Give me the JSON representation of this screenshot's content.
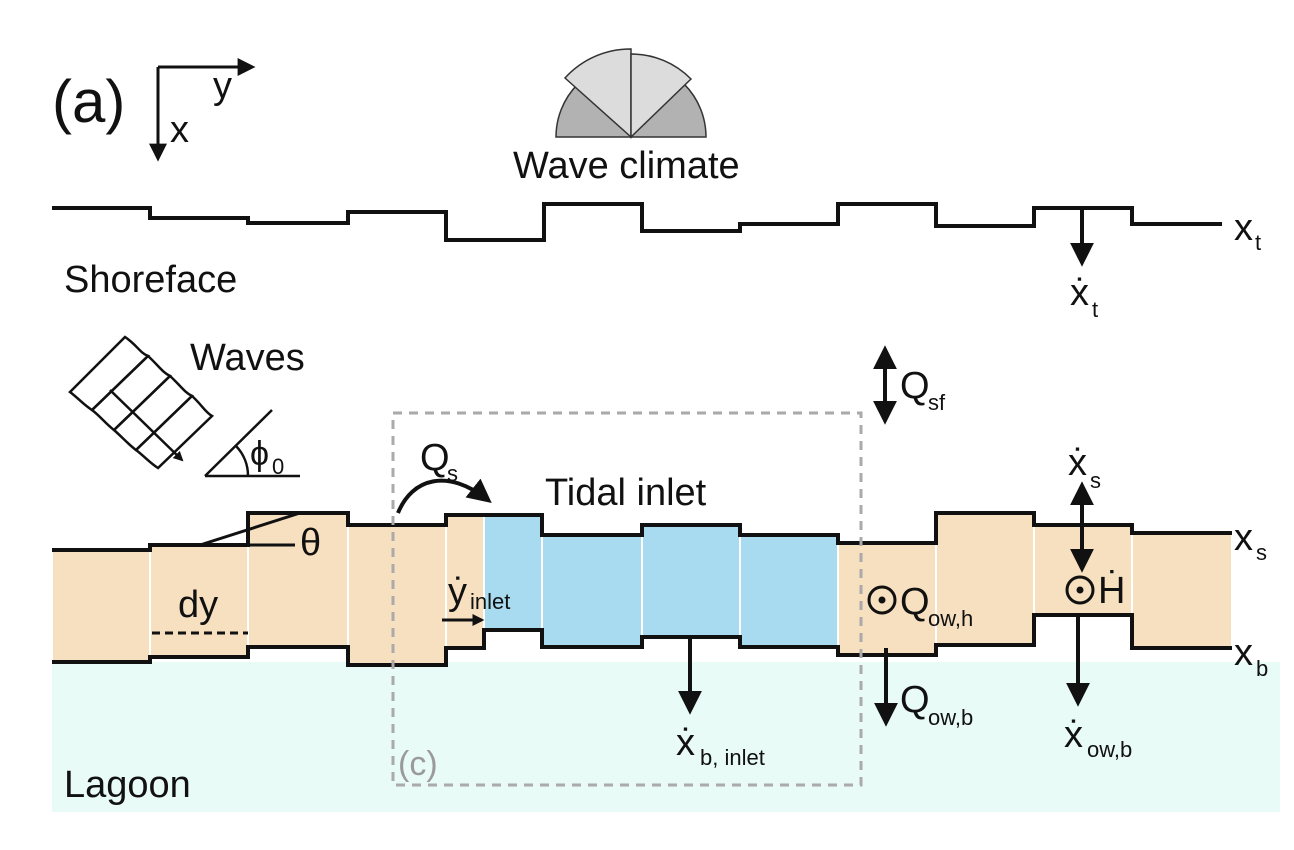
{
  "panel_label": "(a)",
  "axes": {
    "x_label": "x",
    "y_label": "y"
  },
  "wave_climate": {
    "label": "Wave climate"
  },
  "shoreface": {
    "label": "Shoreface",
    "line_label": "x",
    "line_label_sub": "t",
    "rate_label": "ẋ",
    "rate_label_sub": "t"
  },
  "waves": {
    "label": "Waves",
    "angle_label": "ϕ",
    "angle_label_sub": "0"
  },
  "flux_sf": {
    "label": "Q",
    "sub": "sf"
  },
  "barrier": {
    "theta_label": "θ",
    "dy_label": "dy",
    "qs_label": "Q",
    "qs_sub": "s",
    "tidal_inlet_label": "Tidal inlet",
    "inlet_rate_label": "ẏ",
    "inlet_rate_sub": "inlet",
    "xs_label": "x",
    "xs_sub": "s",
    "xb_label": "x",
    "xb_sub": "b",
    "xs_rate_label": "ẋ",
    "xs_rate_sub": "s",
    "h_rate_label": "Ḣ",
    "q_owh_label": "Q",
    "q_owh_sub": "ow,h",
    "q_owb_label": "Q",
    "q_owb_sub": "ow,b",
    "x_owb_label": "ẋ",
    "x_owb_sub": "ow,b",
    "xb_inlet_label": "ẋ",
    "xb_inlet_sub": "b, inlet"
  },
  "inset_label": "(c)",
  "lagoon": {
    "label": "Lagoon"
  },
  "colors": {
    "barrier_fill": "#f7e0c0",
    "inlet_fill": "#a8daf0",
    "lagoon_fill": "#e9fbf6",
    "wave_climate_dark": "#b2b2b2",
    "wave_climate_light": "#dcdcdc",
    "inset_box": "#aaaaaa",
    "line": "#111111"
  }
}
